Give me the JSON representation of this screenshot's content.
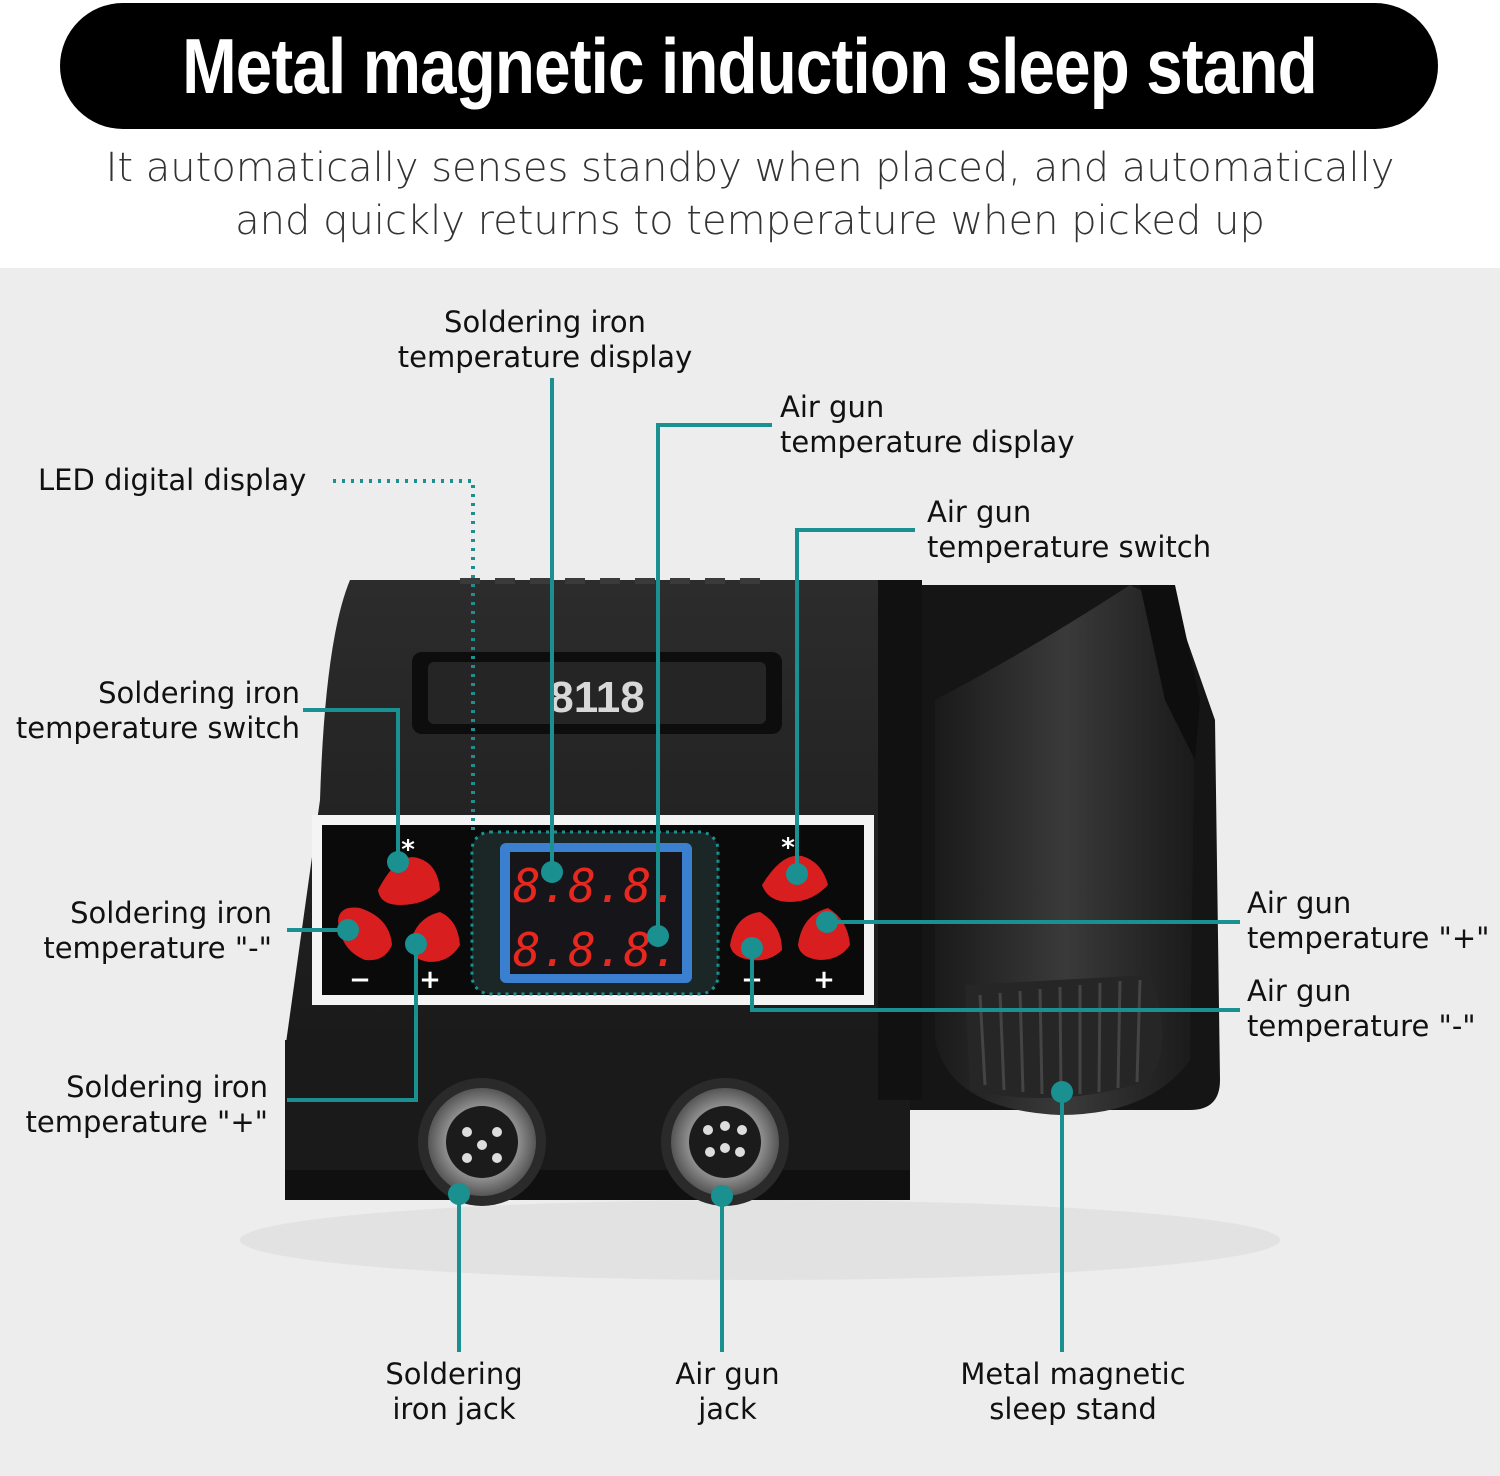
{
  "header": {
    "title": "Metal magnetic induction sleep stand",
    "subtitle_line1": "It automatically senses standby when placed, and automatically",
    "subtitle_line2": "and quickly returns to temperature when picked up"
  },
  "device": {
    "model": "8118",
    "display_top": "8.8.8.",
    "display_bottom": "8.8.8.",
    "minus_symbol": "−",
    "plus_symbol": "+",
    "star_symbol": "*"
  },
  "labels": {
    "led": "LED digital display",
    "iron_display": [
      "Soldering iron",
      "temperature display"
    ],
    "gun_display": [
      "Air gun",
      "temperature display"
    ],
    "gun_switch": [
      "Air gun",
      "temperature switch"
    ],
    "iron_switch": [
      "Soldering iron",
      "temperature switch"
    ],
    "iron_minus": [
      "Soldering iron",
      "temperature \"-\""
    ],
    "iron_plus": [
      "Soldering iron",
      "temperature \"+\""
    ],
    "gun_plus": [
      "Air gun",
      "temperature \"+\""
    ],
    "gun_minus": [
      "Air gun",
      "temperature \"-\""
    ],
    "iron_jack": [
      "Soldering",
      "iron jack"
    ],
    "gun_jack": [
      "Air gun",
      "jack"
    ],
    "sleep_stand": [
      "Metal magnetic",
      "sleep stand"
    ]
  },
  "colors": {
    "accent": "#1a9090",
    "button_red": "#d81e1e",
    "display_red": "#e8281e",
    "display_frame": "#3a7fd0",
    "body": "#1c1c1c"
  }
}
